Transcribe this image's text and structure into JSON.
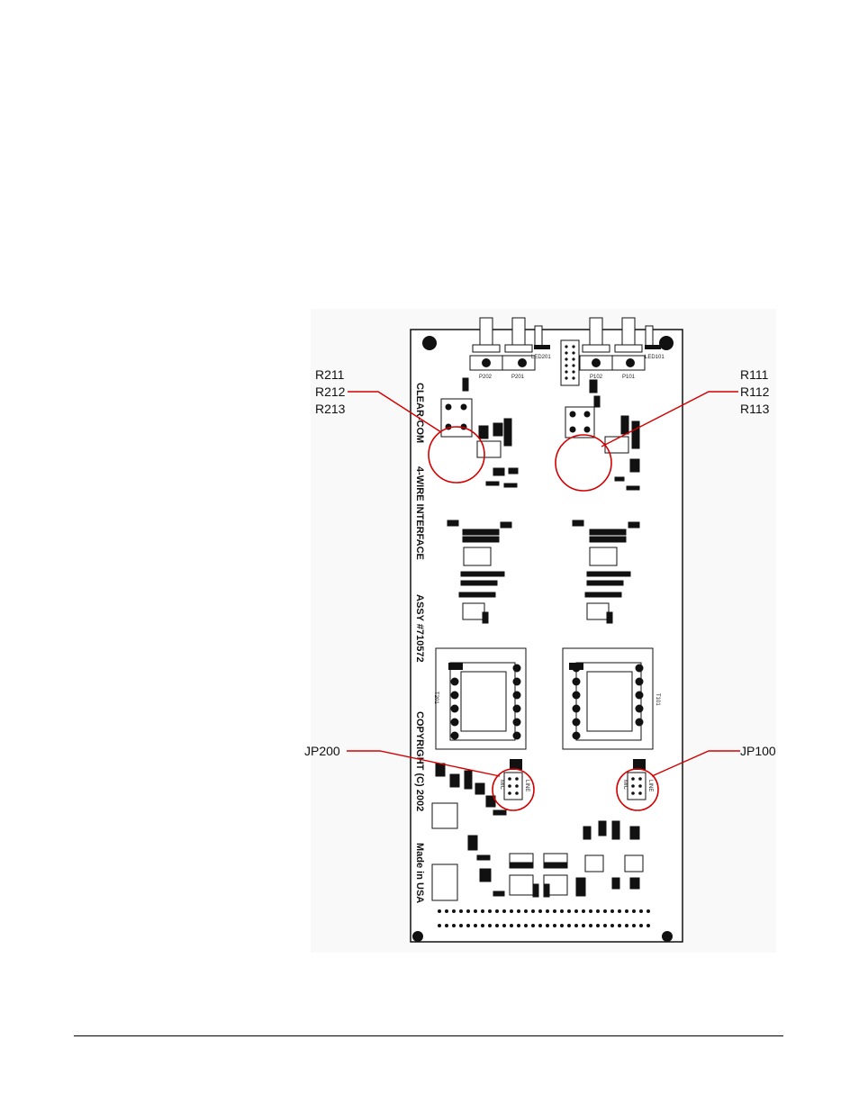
{
  "figure": {
    "callouts": {
      "top_left": [
        "R211",
        "R212",
        "R213"
      ],
      "top_right": [
        "R111",
        "R112",
        "R113"
      ],
      "bottom_left": "JP200",
      "bottom_right": "JP100"
    },
    "board_text": {
      "brand": "CLEAR-COM",
      "title": "4-WIRE INTERFACE",
      "assy": "ASSY #710572",
      "copyright": "COPYRIGHT (C) 2002",
      "origin": "Made in USA"
    },
    "connectors": [
      "P202",
      "P201",
      "P102",
      "P101"
    ],
    "leds": [
      "LED201",
      "LED101"
    ],
    "transformers": [
      "T201",
      "T101"
    ],
    "jumper_labels": [
      "LINE",
      "MIC"
    ],
    "highlight_color": "#d40000"
  }
}
